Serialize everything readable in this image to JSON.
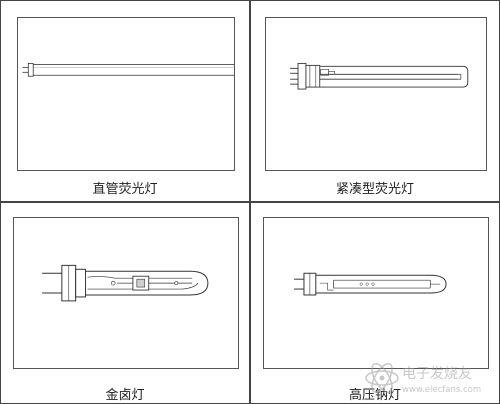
{
  "panels": [
    {
      "caption": "直管荧光灯"
    },
    {
      "caption": "紧凑型荧光灯"
    },
    {
      "caption": "金卤灯"
    },
    {
      "caption": "高压钠灯"
    }
  ],
  "watermark": {
    "text": "电子发烧友",
    "subtext": "www.elecfans.com"
  }
}
